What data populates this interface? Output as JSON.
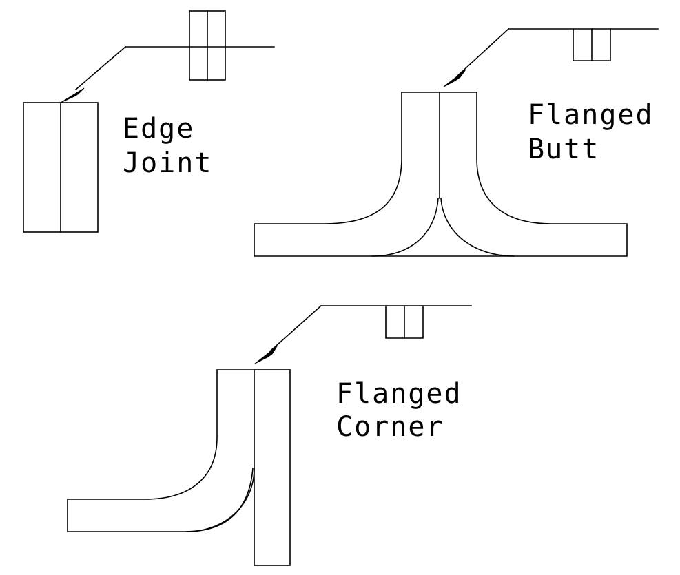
{
  "colors": {
    "ink": "#000000",
    "background": "#ffffff"
  },
  "edge_joint": {
    "line1": "Edge",
    "line2": "Joint"
  },
  "flanged_butt": {
    "line1": "Flanged",
    "line2": "Butt"
  },
  "flanged_corner": {
    "line1": "Flanged",
    "line2": "Corner"
  }
}
